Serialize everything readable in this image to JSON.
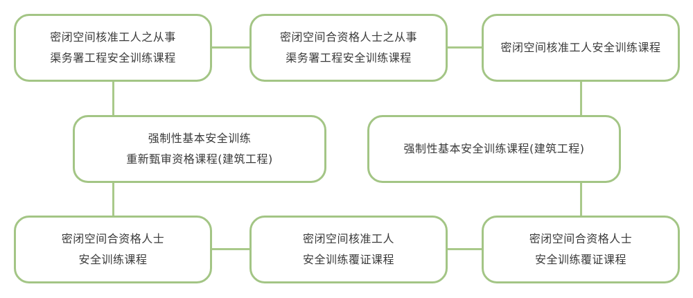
{
  "diagram": {
    "border_color": "#a3c585",
    "line_color": "#a9c98a",
    "nodes": {
      "a": {
        "lines": [
          "密闭空间核准工人之从事",
          "渠务署工程安全训练课程"
        ]
      },
      "b": {
        "lines": [
          "密闭空间合资格人士之从事",
          "渠务署工程安全训练课程"
        ]
      },
      "c": {
        "lines": [
          "密闭空间核准工人安全训练课程"
        ]
      },
      "d": {
        "lines": [
          "强制性基本安全训练",
          "重新甄审资格课程(建筑工程)"
        ]
      },
      "e": {
        "lines": [
          "强制性基本安全训练课程(建筑工程)"
        ]
      },
      "f": {
        "lines": [
          "密闭空间合资格人士",
          "安全训练课程"
        ]
      },
      "g": {
        "lines": [
          "密闭空间核准工人",
          "安全训练覆证课程"
        ]
      },
      "h": {
        "lines": [
          "密闭空间合资格人士",
          "安全训练覆证课程"
        ]
      }
    },
    "edges": [
      {
        "from": "a",
        "to": "b"
      },
      {
        "from": "b",
        "to": "c"
      },
      {
        "from": "a",
        "to": "d"
      },
      {
        "from": "d",
        "to": "f"
      },
      {
        "from": "c",
        "to": "e"
      },
      {
        "from": "e",
        "to": "h"
      },
      {
        "from": "f",
        "to": "g"
      },
      {
        "from": "g",
        "to": "h"
      }
    ]
  }
}
